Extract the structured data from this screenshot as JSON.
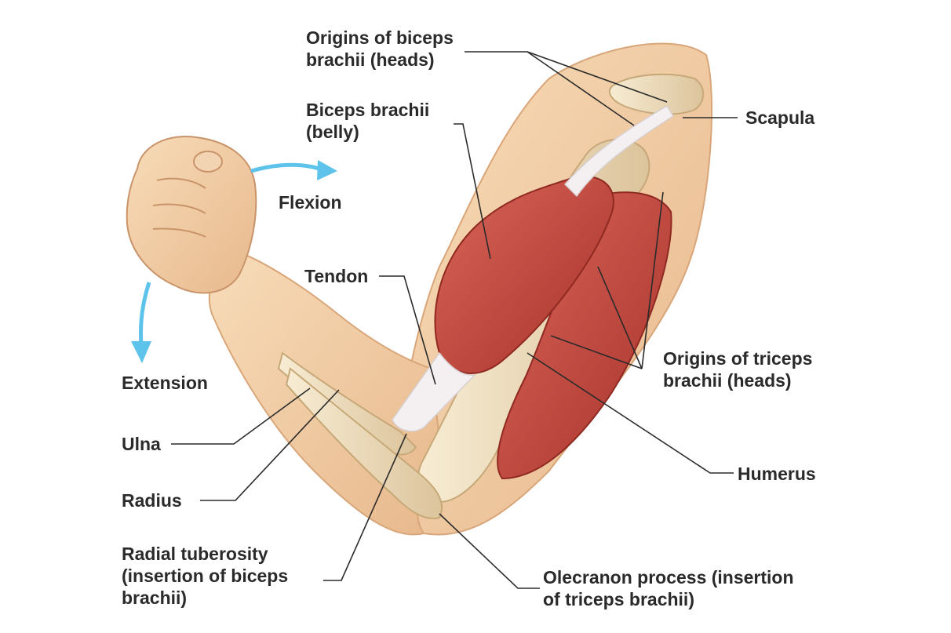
{
  "labels": {
    "origins_biceps": [
      "Origins of biceps",
      "brachii (heads)"
    ],
    "biceps_belly": [
      "Biceps brachii",
      "(belly)"
    ],
    "scapula": "Scapula",
    "flexion": "Flexion",
    "tendon": "Tendon",
    "extension": "Extension",
    "origins_triceps": [
      "Origins of triceps",
      "brachii (heads)"
    ],
    "ulna": "Ulna",
    "humerus": "Humerus",
    "radius": "Radius",
    "radial_tuberosity": [
      "Radial tuberosity",
      "(insertion of biceps",
      "brachii)"
    ],
    "olecranon": [
      "Olecranon process (insertion",
      "of triceps brachii)"
    ]
  },
  "colors": {
    "skin": "#f2cfa6",
    "skin_shade": "#e3b184",
    "muscle": "#c8463a",
    "muscle_dark": "#a8322a",
    "bone": "#f1e2c2",
    "tendon": "#f4eff0",
    "arrow": "#5ec3ea",
    "leader_line": "#2b2b2b"
  }
}
